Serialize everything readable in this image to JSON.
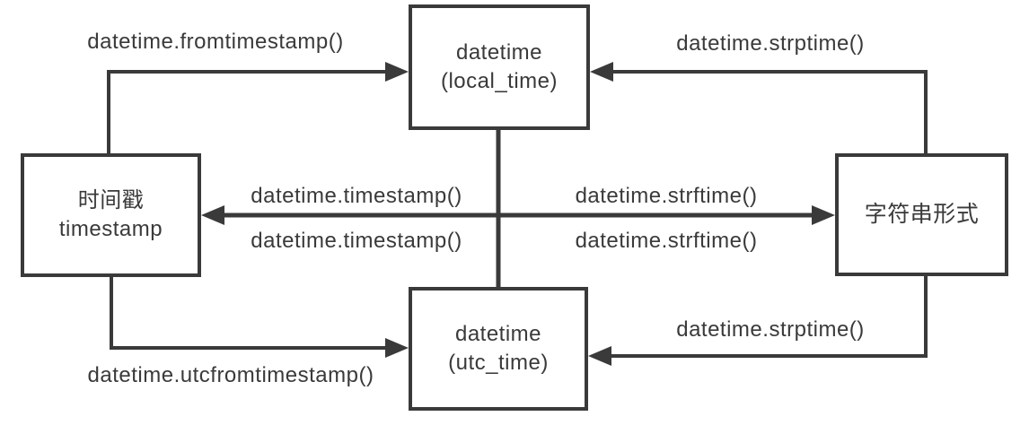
{
  "diagram": {
    "title": "datetime conversion diagram",
    "colors": {
      "line": "#3a3a3a",
      "text": "#3a3a3a",
      "box_background": "#ffffff",
      "page_background": "#ffffff"
    },
    "nodes": {
      "local": {
        "lines": [
          "datetime",
          "(local_time)"
        ]
      },
      "timestamp": {
        "lines": [
          "时间戳",
          "timestamp"
        ]
      },
      "string": {
        "lines": [
          "字符串形式"
        ]
      },
      "utc": {
        "lines": [
          "datetime",
          "(utc_time)"
        ]
      }
    },
    "edges": {
      "fromtimestamp": {
        "label": "datetime.fromtimestamp()",
        "from": "timestamp",
        "to": "local"
      },
      "strptime_top": {
        "label": "datetime.strptime()",
        "from": "string",
        "to": "local"
      },
      "timestamp_upper": {
        "label": "datetime.timestamp()",
        "from": "datetime",
        "to": "timestamp"
      },
      "timestamp_lower": {
        "label": "datetime.timestamp()",
        "from": "datetime",
        "to": "timestamp"
      },
      "strftime_upper": {
        "label": "datetime.strftime()",
        "from": "datetime",
        "to": "string"
      },
      "strftime_lower": {
        "label": "datetime.strftime()",
        "from": "datetime",
        "to": "string"
      },
      "utcfromtimestamp": {
        "label": "datetime.utcfromtimestamp()",
        "from": "timestamp",
        "to": "utc"
      },
      "strptime_bottom": {
        "label": "datetime.strptime()",
        "from": "string",
        "to": "utc"
      }
    }
  }
}
